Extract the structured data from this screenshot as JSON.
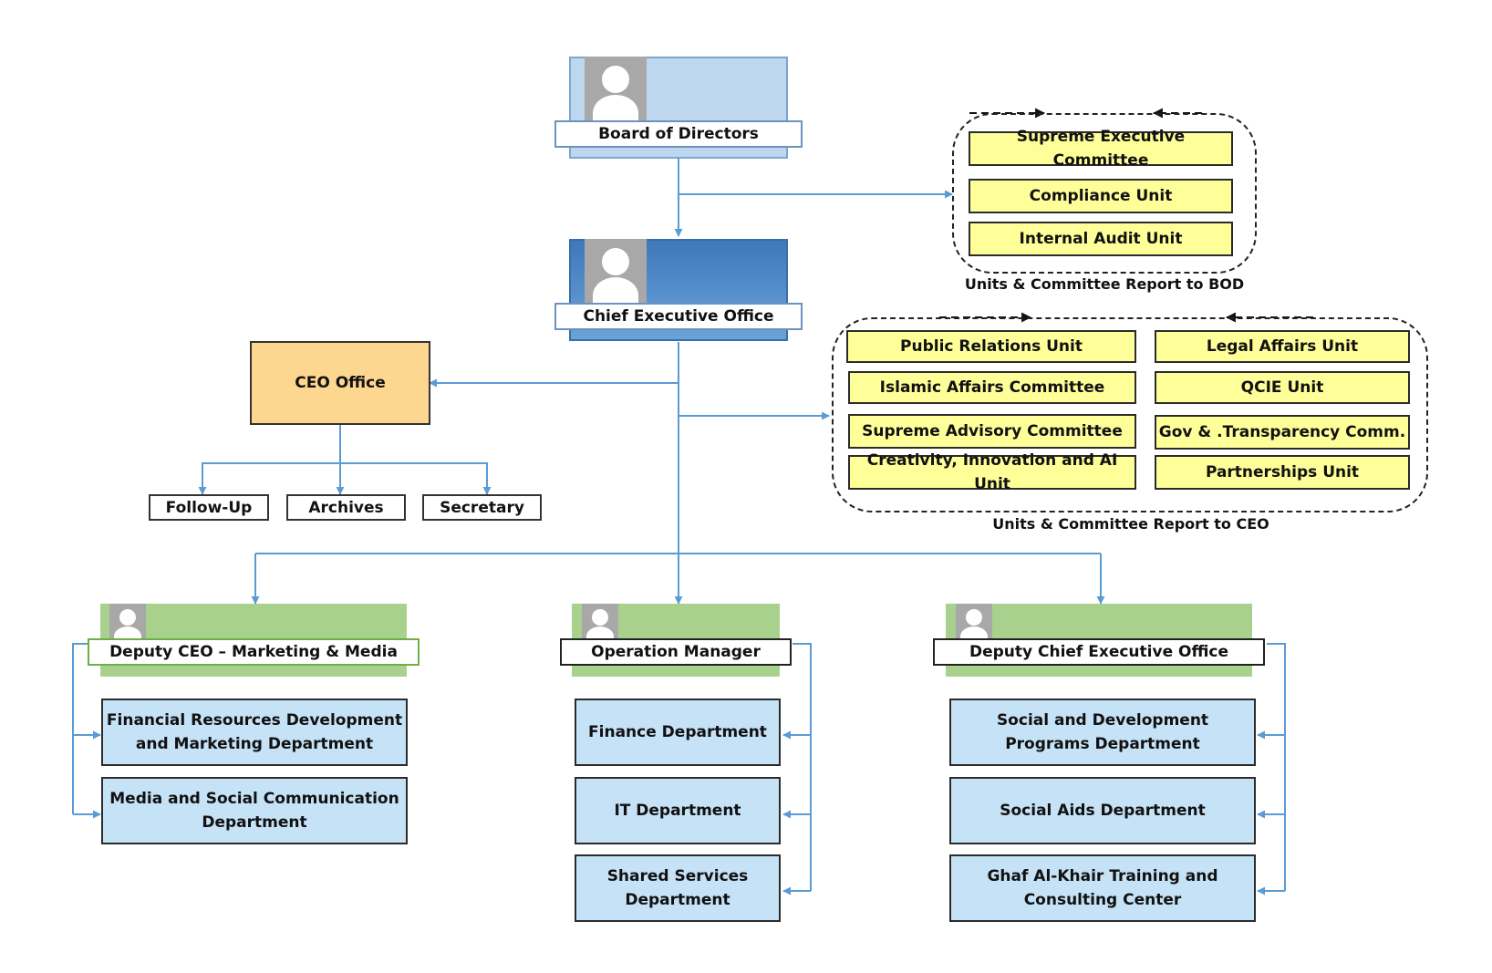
{
  "board": {
    "title": "Board of Directors"
  },
  "ceo": {
    "title": "Chief Executive Office"
  },
  "bod_group": {
    "caption": "Units & Committee Report to BOD",
    "items": [
      "Supreme Executive Committee",
      "Compliance Unit",
      "Internal Audit Unit"
    ]
  },
  "ceo_group": {
    "caption": "Units & Committee Report to CEO",
    "left": [
      "Public Relations Unit",
      "Islamic Affairs Committee",
      "Supreme Advisory Committee",
      "Creativity, Innovation and AI Unit"
    ],
    "right": [
      "Legal Affairs Unit",
      "QCIE Unit",
      "Gov & .Transparency Comm.",
      "Partnerships Unit"
    ]
  },
  "ceo_office": {
    "title": "CEO Office",
    "children": [
      "Follow-Up",
      "Archives",
      "Secretary"
    ]
  },
  "divisions": [
    {
      "title": "Deputy CEO – Marketing & Media",
      "departments": [
        [
          "Financial Resources Development",
          "and Marketing Department"
        ],
        [
          "Media and Social Communication",
          "Department"
        ]
      ]
    },
    {
      "title": "Operation Manager",
      "departments": [
        [
          "Finance Department"
        ],
        [
          "IT Department"
        ],
        [
          "Shared Services",
          "Department"
        ]
      ]
    },
    {
      "title": "Deputy Chief Executive Office",
      "departments": [
        [
          "Social and Development",
          "Programs Department"
        ],
        [
          "Social Aids Department"
        ],
        [
          "Ghaf Al-Khair Training and",
          "Consulting Center"
        ]
      ]
    }
  ],
  "colors": {
    "connector": "#5b9bd5",
    "board_fill": "#bdd7ee",
    "ceo_fill": "#4a86c5",
    "division_fill": "#a9d18e",
    "department_fill": "#c6e2f6",
    "unit_fill": "#ffff99",
    "ceo_office_fill": "#fdd78f",
    "avatar": "#a8a8a8"
  }
}
